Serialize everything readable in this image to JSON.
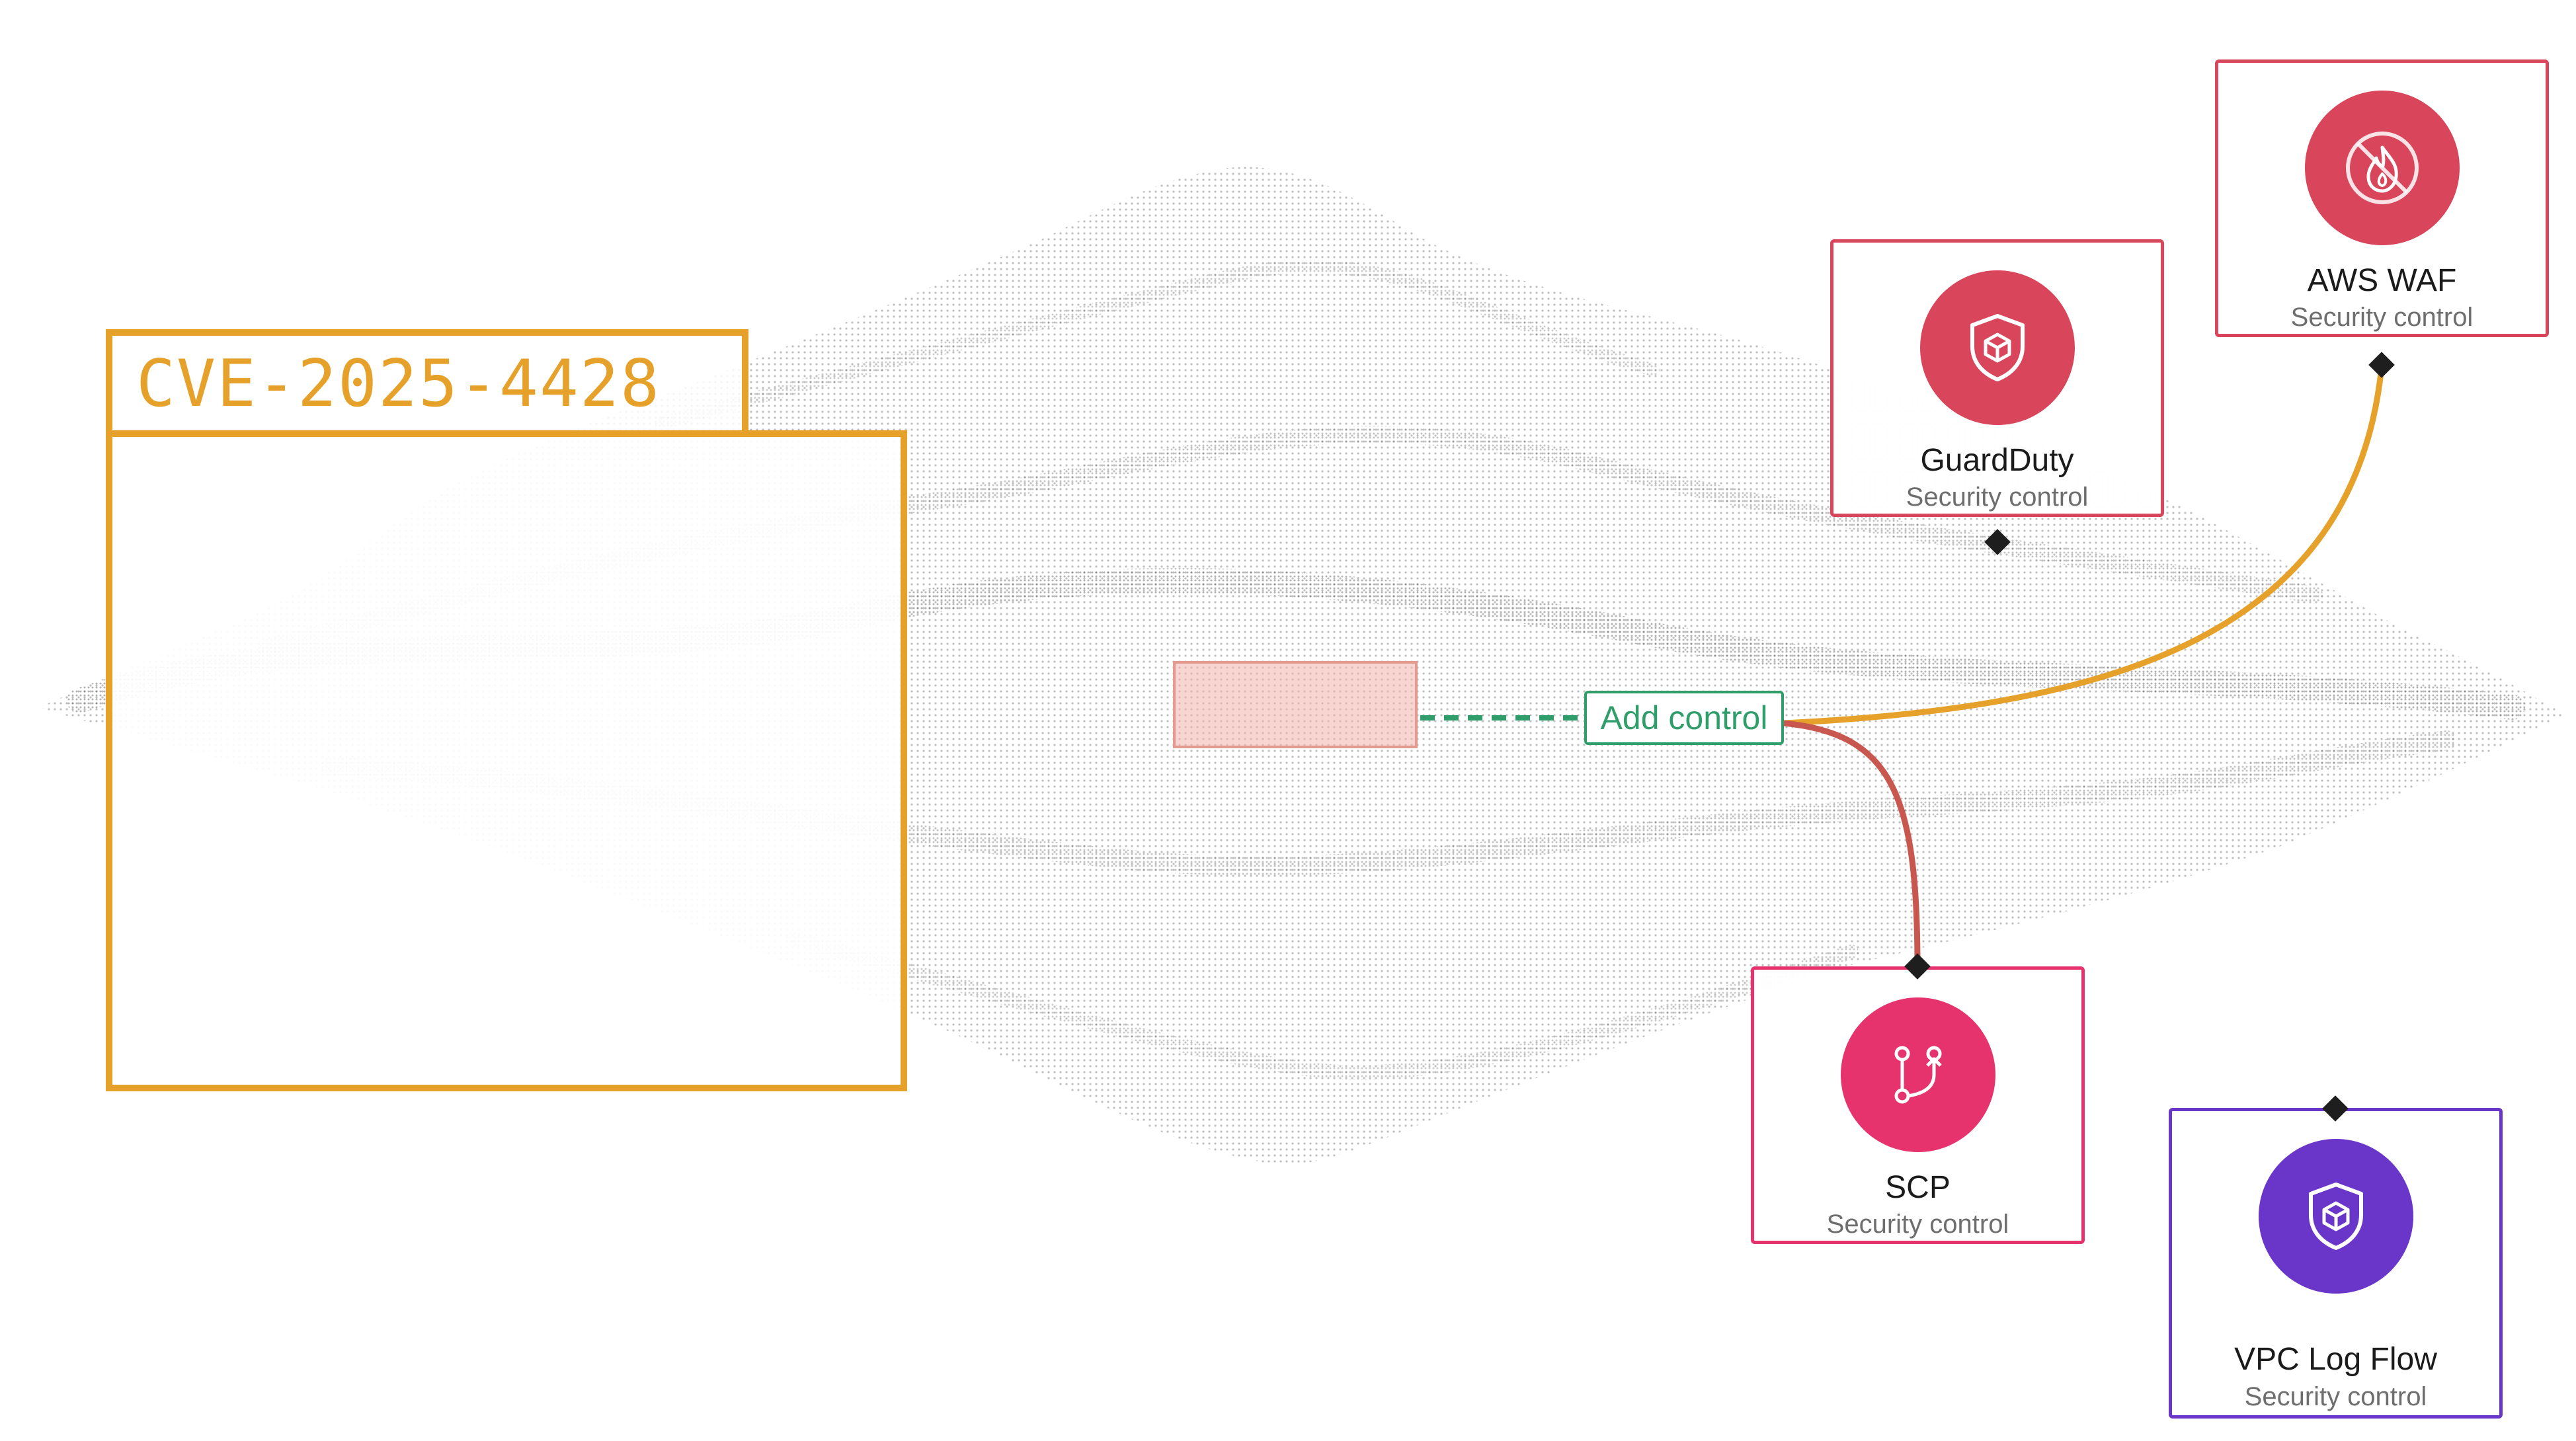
{
  "cve": {
    "id": "CVE-2025-4428"
  },
  "action": {
    "add_control_label": "Add control"
  },
  "controls": [
    {
      "key": "waf",
      "name": "AWS WAF",
      "type": "Security control",
      "color": "#d9455b",
      "icon": "fire-blocked-icon"
    },
    {
      "key": "guardduty",
      "name": "GuardDuty",
      "type": "Security control",
      "color": "#d9455b",
      "icon": "shield-cube-icon"
    },
    {
      "key": "scp",
      "name": "SCP",
      "type": "Security control",
      "color": "#e6336e",
      "icon": "git-branch-icon"
    },
    {
      "key": "vpc",
      "name": "VPC Log Flow",
      "type": "Security control",
      "color": "#6a35c9",
      "icon": "shield-cube-icon"
    }
  ],
  "connector_colors": {
    "to_waf": "#e6a12a",
    "to_scp": "#c8574f",
    "dashed": "#2f9e6a"
  }
}
